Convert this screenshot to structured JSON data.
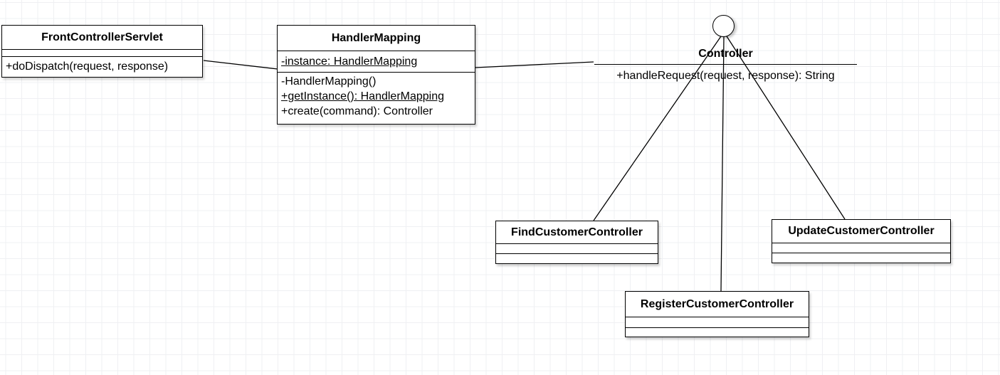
{
  "canvas": {
    "background_color": "#ffffff",
    "grid_color": "#eff0f3",
    "shape_fill": "#ffffff",
    "shape_border_color": "#000000",
    "text_color": "#000000"
  },
  "classes": {
    "front_controller_servlet": {
      "name": "FrontControllerServlet",
      "attributes": [],
      "methods": [
        "+doDispatch(request, response)"
      ]
    },
    "handler_mapping": {
      "name": "HandlerMapping",
      "attributes": [
        "-instance: HandlerMapping"
      ],
      "methods": [
        "-HandlerMapping()",
        "+getInstance(): HandlerMapping",
        "+create(command): Controller"
      ]
    },
    "find_customer_controller": {
      "name": "FindCustomerController",
      "attributes": [],
      "methods": []
    },
    "update_customer_controller": {
      "name": "UpdateCustomerController",
      "attributes": [],
      "methods": []
    },
    "register_customer_controller": {
      "name": "RegisterCustomerController",
      "attributes": [],
      "methods": []
    }
  },
  "interface_controller": {
    "name": "Controller",
    "methods": [
      "+handleRequest(request, response): String"
    ]
  }
}
